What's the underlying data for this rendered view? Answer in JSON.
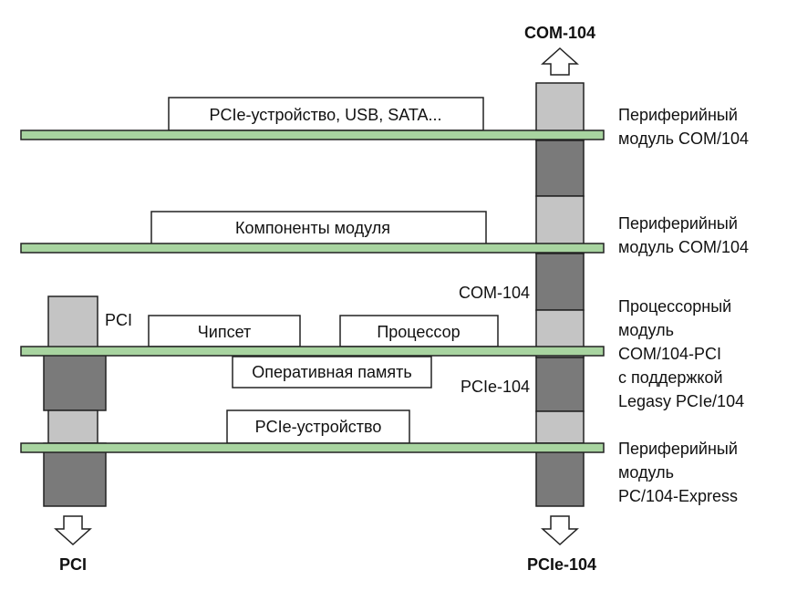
{
  "labels": {
    "top_connector": "COM-104",
    "bottom_left_connector": "PCI",
    "bottom_right_connector": "PCIe-104",
    "com104_mid": "COM-104",
    "pci_side": "PCI",
    "pcie104_mid": "PCIe-104"
  },
  "boards": [
    {
      "components": [
        "PCIe-устройство, USB, SATA..."
      ],
      "description": [
        "Периферийный",
        "модуль COM/104"
      ]
    },
    {
      "components": [
        "Компоненты модуля"
      ],
      "description": [
        "Периферийный",
        "модуль COM/104"
      ]
    },
    {
      "components": [
        "Чипсет",
        "Процессор",
        "Оперативная память"
      ],
      "description": [
        "Процессорный",
        "модуль",
        "COM/104-PCI",
        "с поддержкой",
        "Legasy PCIe/104"
      ]
    },
    {
      "components": [
        "PCIe-устройство"
      ],
      "description": [
        "Периферийный",
        "модуль",
        "PC/104-Express"
      ]
    }
  ],
  "colors": {
    "board": "#a8d4a0",
    "connector_light": "#c4c4c4",
    "connector_dark": "#7a7a7a",
    "outline": "#222222"
  }
}
